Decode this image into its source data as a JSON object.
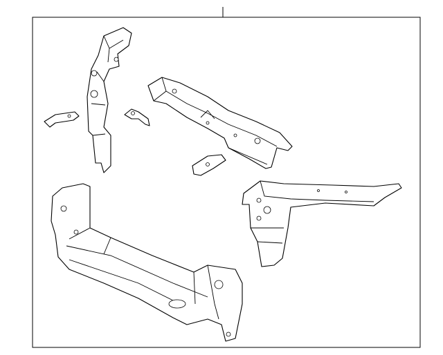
{
  "diagram": {
    "type": "exploded parts illustration",
    "line_color": "#000000",
    "background": "#ffffff",
    "parts": [
      {
        "name": "upper-left-side-support"
      },
      {
        "name": "small-bracket-left"
      },
      {
        "name": "small-bracket-center"
      },
      {
        "name": "upper-tie-bar"
      },
      {
        "name": "center-bracket"
      },
      {
        "name": "right-side-support"
      },
      {
        "name": "lower-tie-bar-assembly"
      }
    ]
  }
}
